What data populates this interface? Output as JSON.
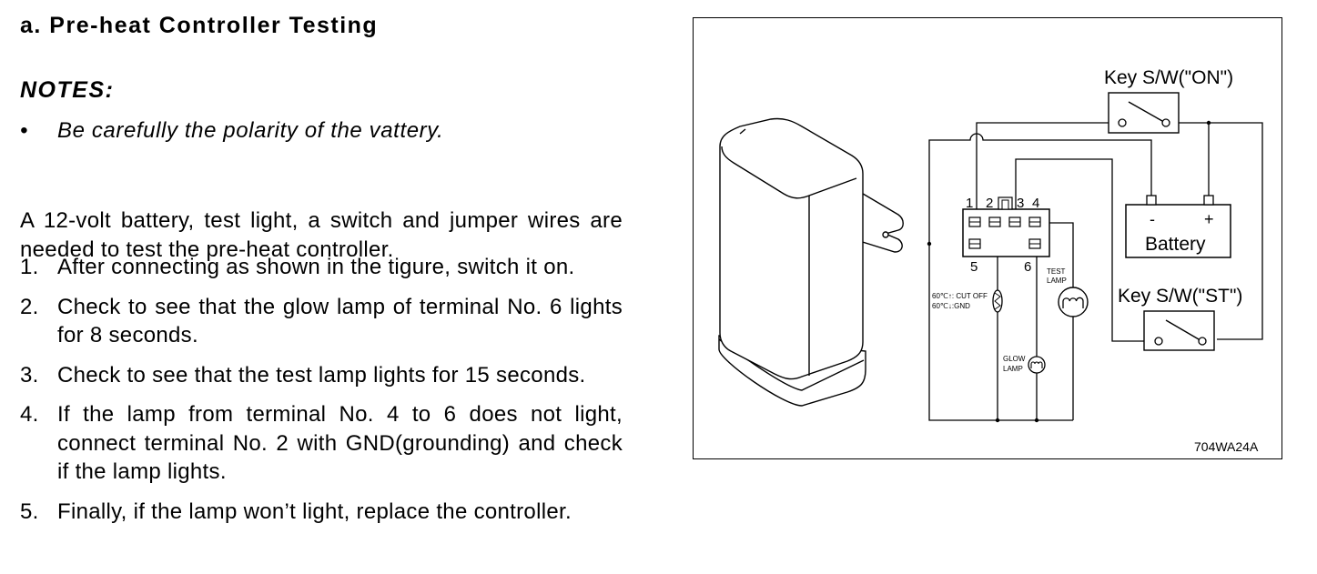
{
  "section": {
    "title": "a. Pre-heat Controller Testing"
  },
  "notes": {
    "title": "NOTES:",
    "bullet": "•",
    "items": [
      "Be carefully the polarity of the vattery."
    ]
  },
  "intro": "A 12-volt battery, test light, a switch and jumper wires are needed to test the pre-heat controller.",
  "steps": [
    {
      "num": "1.",
      "text": "After connecting as shown in the tigure, switch it on."
    },
    {
      "num": "2.",
      "text": "Check to see that the glow lamp of terminal No. 6 lights for 8 seconds."
    },
    {
      "num": "3.",
      "text": "Check to see that the test lamp lights for 15 seconds."
    },
    {
      "num": "4.",
      "text": "If the lamp from terminal No. 4 to 6 does not light, connect terminal No. 2 with GND(grounding) and check if the lamp lights."
    },
    {
      "num": "5.",
      "text": "Finally, if the lamp won’t light, replace the controller."
    }
  ],
  "diagram": {
    "key_on_label": "Key S/W(\"ON\")",
    "key_st_label": "Key S/W(\"ST\")",
    "battery_label": "Battery",
    "battery_minus": "-",
    "battery_plus": "+",
    "terminal_labels": [
      "1",
      "2",
      "3",
      "4",
      "5",
      "6"
    ],
    "test_lamp_line1": "TEST",
    "test_lamp_line2": "LAMP",
    "glow_lamp_line1": "GLOW",
    "glow_lamp_line2": "LAMP",
    "sensor_line1": "60℃↑: CUT OFF",
    "sensor_line2": "60℃↓:GND",
    "figure_code": "704WA24A"
  }
}
